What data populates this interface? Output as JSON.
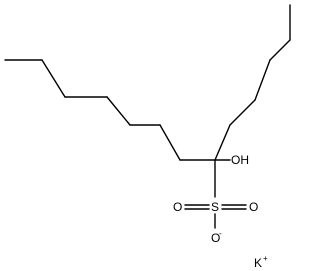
{
  "molecule": {
    "hydroxyl_label": "OH",
    "oxygen_left": "O",
    "sulfur": "S",
    "oxygen_right": "O",
    "oxygen_bottom": "O",
    "oxygen_bottom_charge": "-",
    "counterion_symbol": "K",
    "counterion_charge": "+"
  }
}
